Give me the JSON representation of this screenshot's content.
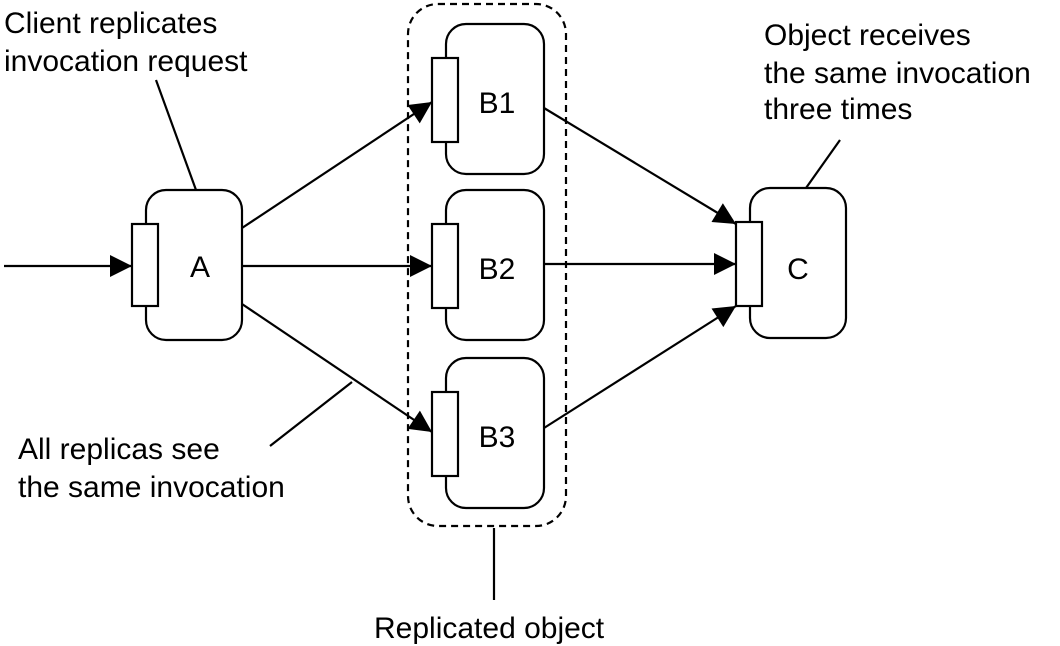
{
  "colors": {
    "stroke": "#000000",
    "background": "#ffffff"
  },
  "nodes": {
    "a": "A",
    "b1": "B1",
    "b2": "B2",
    "b3": "B3",
    "c": "C"
  },
  "annotations": {
    "client_replicates": [
      "Client replicates",
      "invocation request"
    ],
    "object_receives": [
      "Object receives",
      "the same invocation",
      "three times"
    ],
    "all_replicas": [
      "All replicas see",
      "the same invocation"
    ],
    "replicated_object": "Replicated object"
  }
}
